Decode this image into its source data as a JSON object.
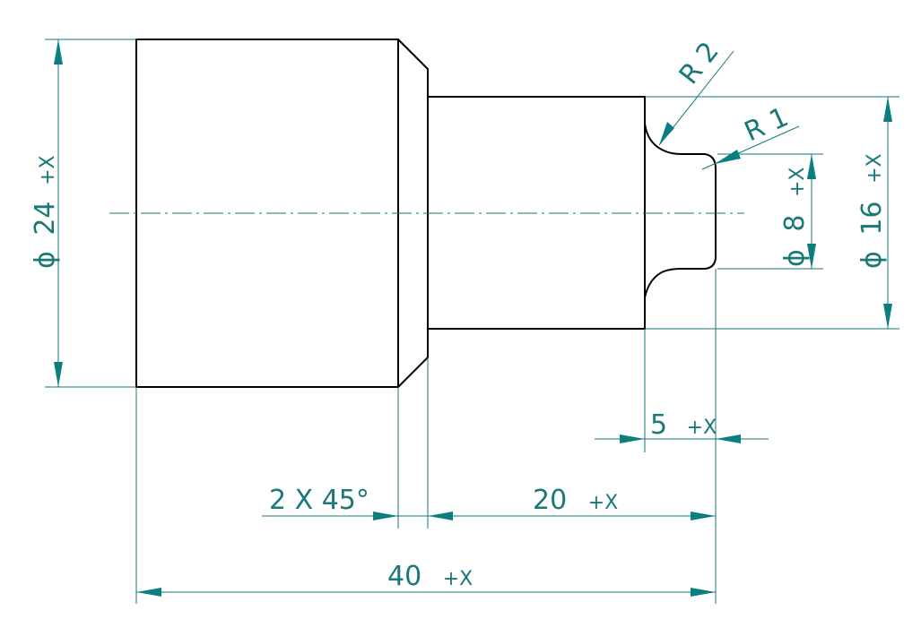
{
  "drawing": {
    "colors": {
      "outline": "#000000",
      "dimension": "#157575",
      "arrow": "#0b7f7f"
    },
    "dimensions": {
      "dia24": {
        "symbol": "ϕ",
        "value": "24",
        "tol": "+X"
      },
      "dia16": {
        "symbol": "ϕ",
        "value": "16",
        "tol": "+X"
      },
      "dia8": {
        "symbol": "ϕ",
        "value": "8",
        "tol": "+X"
      },
      "r2": "R 2",
      "r1": "R 1",
      "len5": {
        "value": "5",
        "tol": "+X"
      },
      "chamfer": "2 X 45°",
      "len20": {
        "value": "20",
        "tol": "+X"
      },
      "len40": {
        "value": "40",
        "tol": "+X"
      }
    }
  }
}
